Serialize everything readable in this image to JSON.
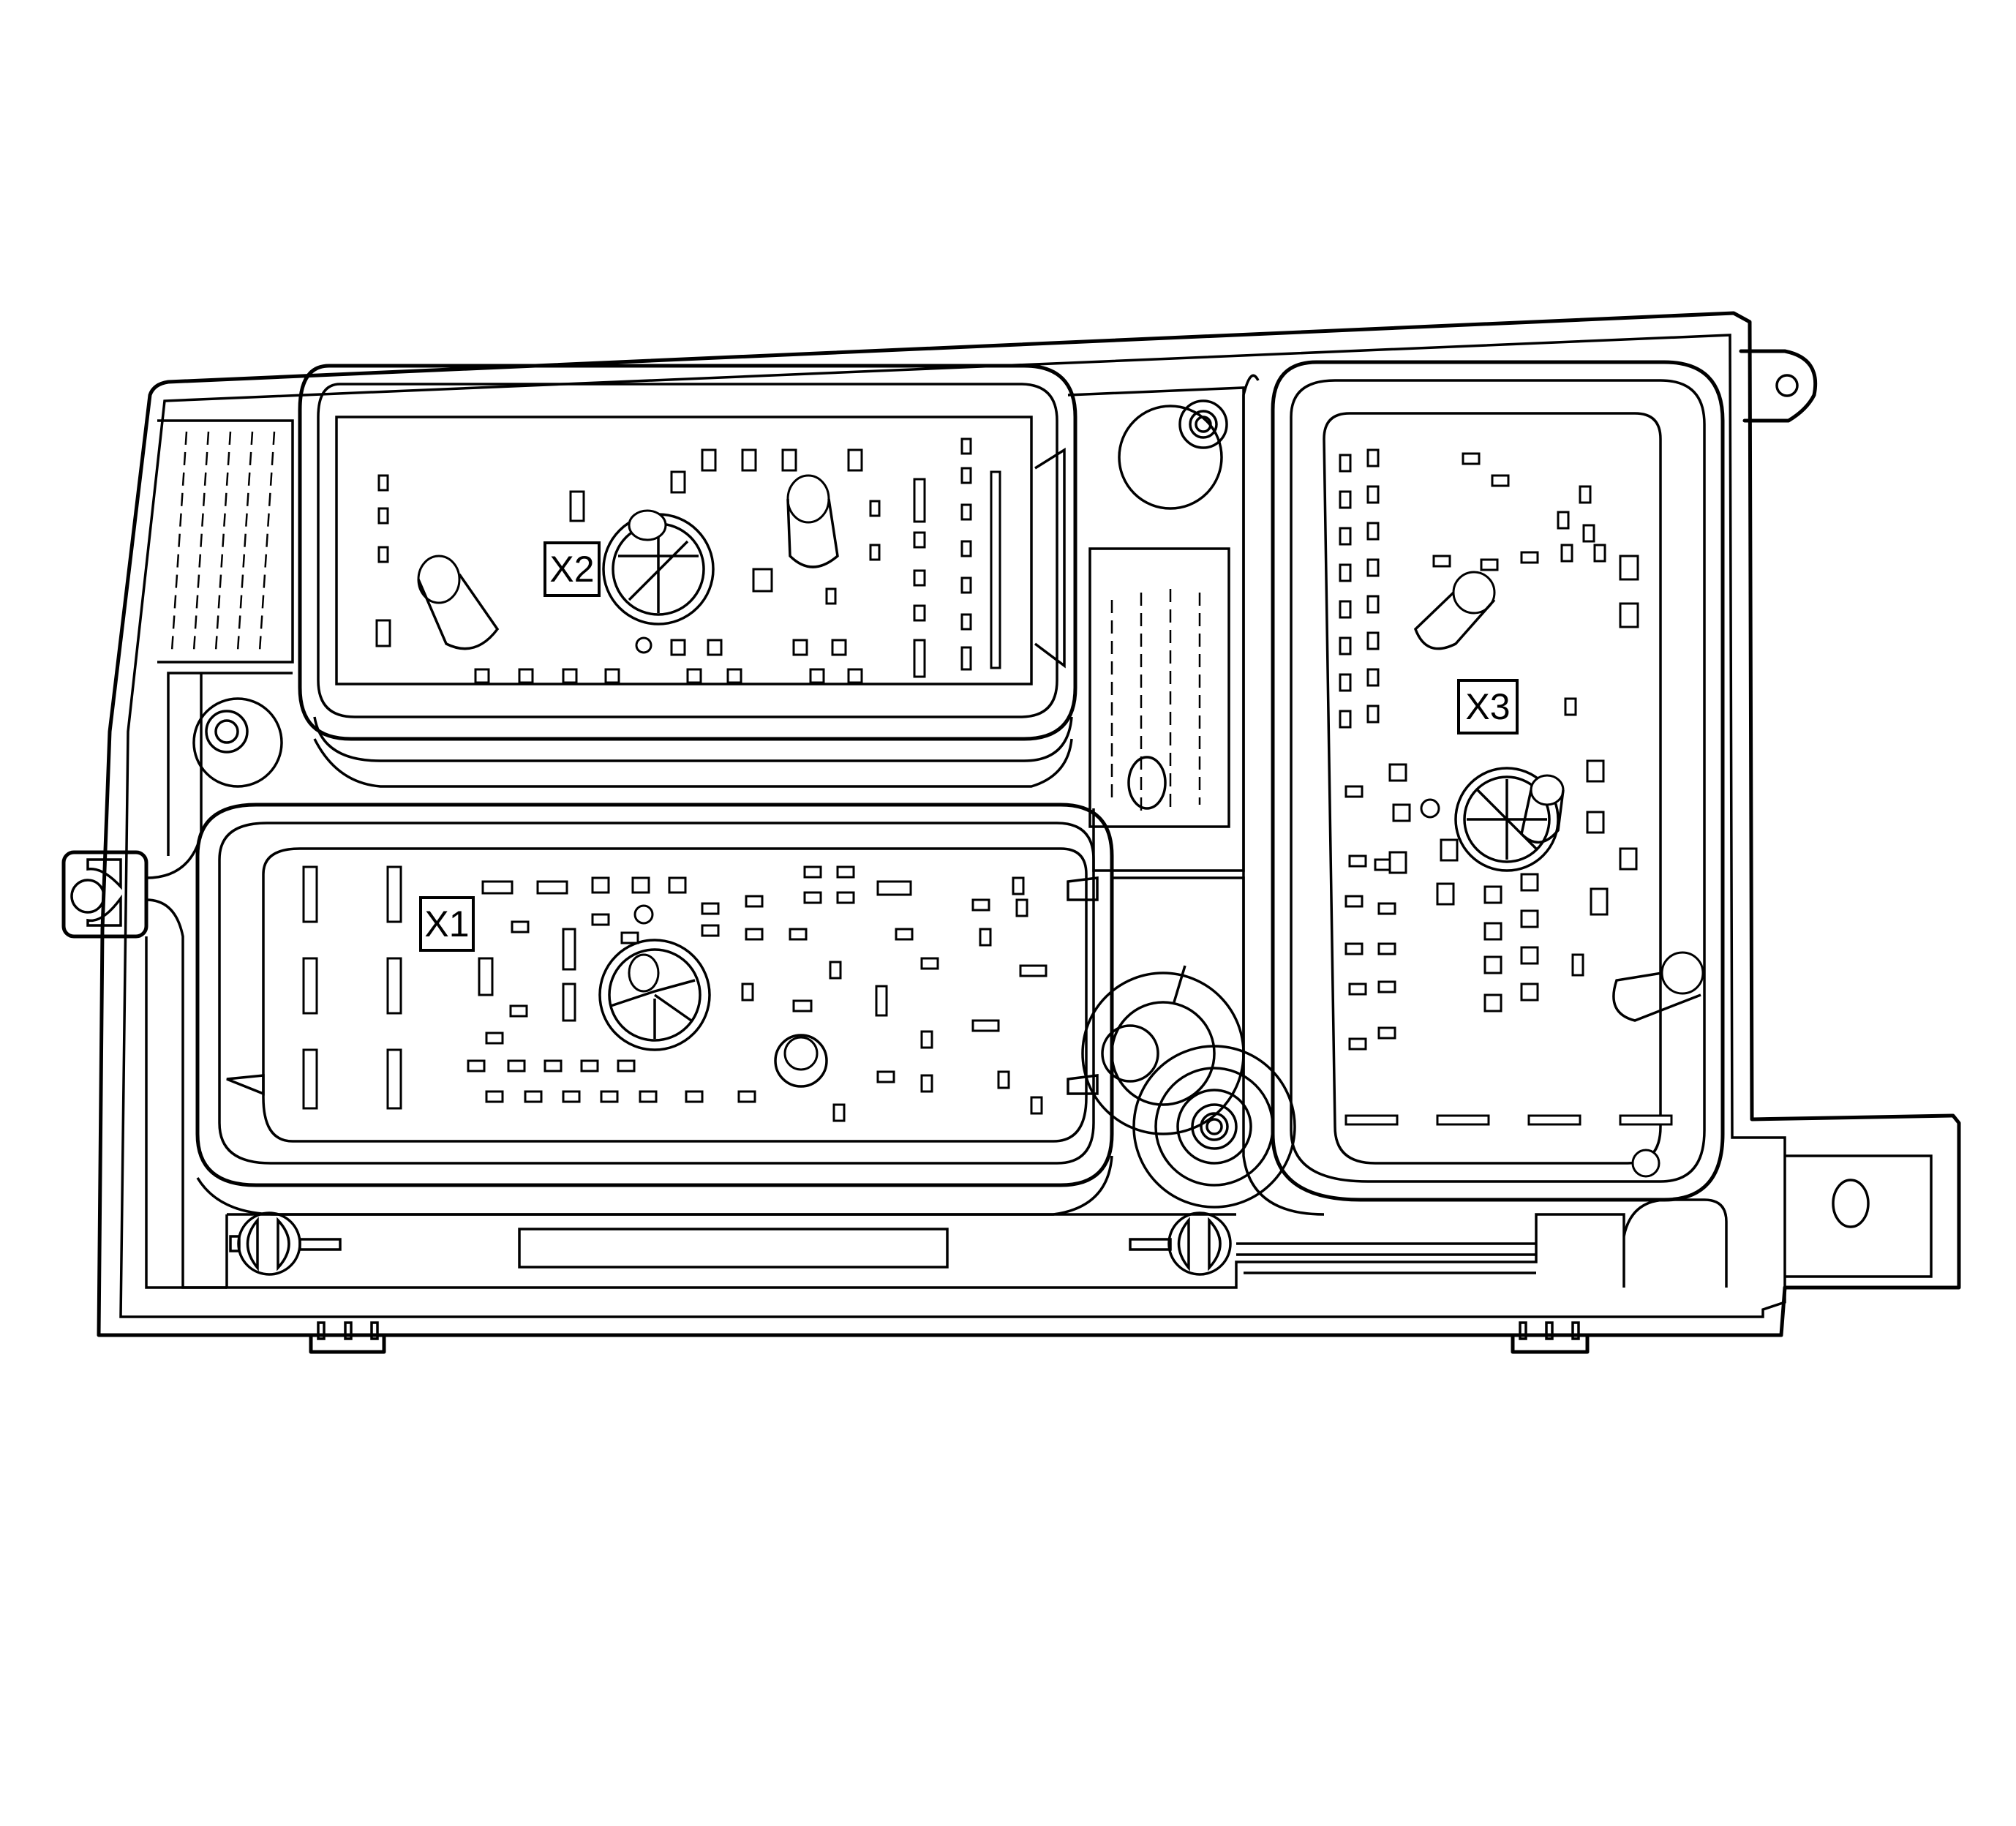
{
  "diagram": {
    "type": "connector-face-view",
    "subject": "electronic control module with three harness connectors",
    "colors": {
      "line": "#000000",
      "background": "#ffffff"
    },
    "connectors": [
      {
        "id": "x1",
        "label": "X1",
        "position": "lower-left"
      },
      {
        "id": "x2",
        "label": "X2",
        "position": "upper-left"
      },
      {
        "id": "x3",
        "label": "X3",
        "position": "right"
      }
    ],
    "features": [
      "mounting-tab-top-right",
      "mounting-tab-bottom-right",
      "harness-clip-left",
      "retainer-screw-bottom-left",
      "retainer-screw-bottom-center",
      "bottom-locking-clips"
    ]
  }
}
